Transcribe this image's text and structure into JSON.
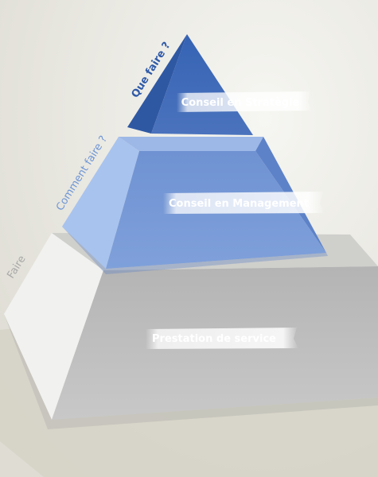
{
  "diagram": {
    "levels": [
      {
        "label": "Conseil en Stratègie",
        "side_label": "Que faire ?"
      },
      {
        "label": "Conseil en Management",
        "side_label": "Comment faire ?"
      },
      {
        "label": "Prestation de service",
        "side_label": "Faire"
      }
    ]
  },
  "colors": {
    "background": "#e9e8e2",
    "top_tier": "#3e68b5",
    "middle_tier": "#8fb0e4",
    "bottom_tier": "#bdbdbd",
    "top_side_label": "#2f5aa8",
    "middle_side_label": "#6e96d6",
    "bottom_side_label": "#a8a8a8",
    "label_text": "#ffffff"
  }
}
